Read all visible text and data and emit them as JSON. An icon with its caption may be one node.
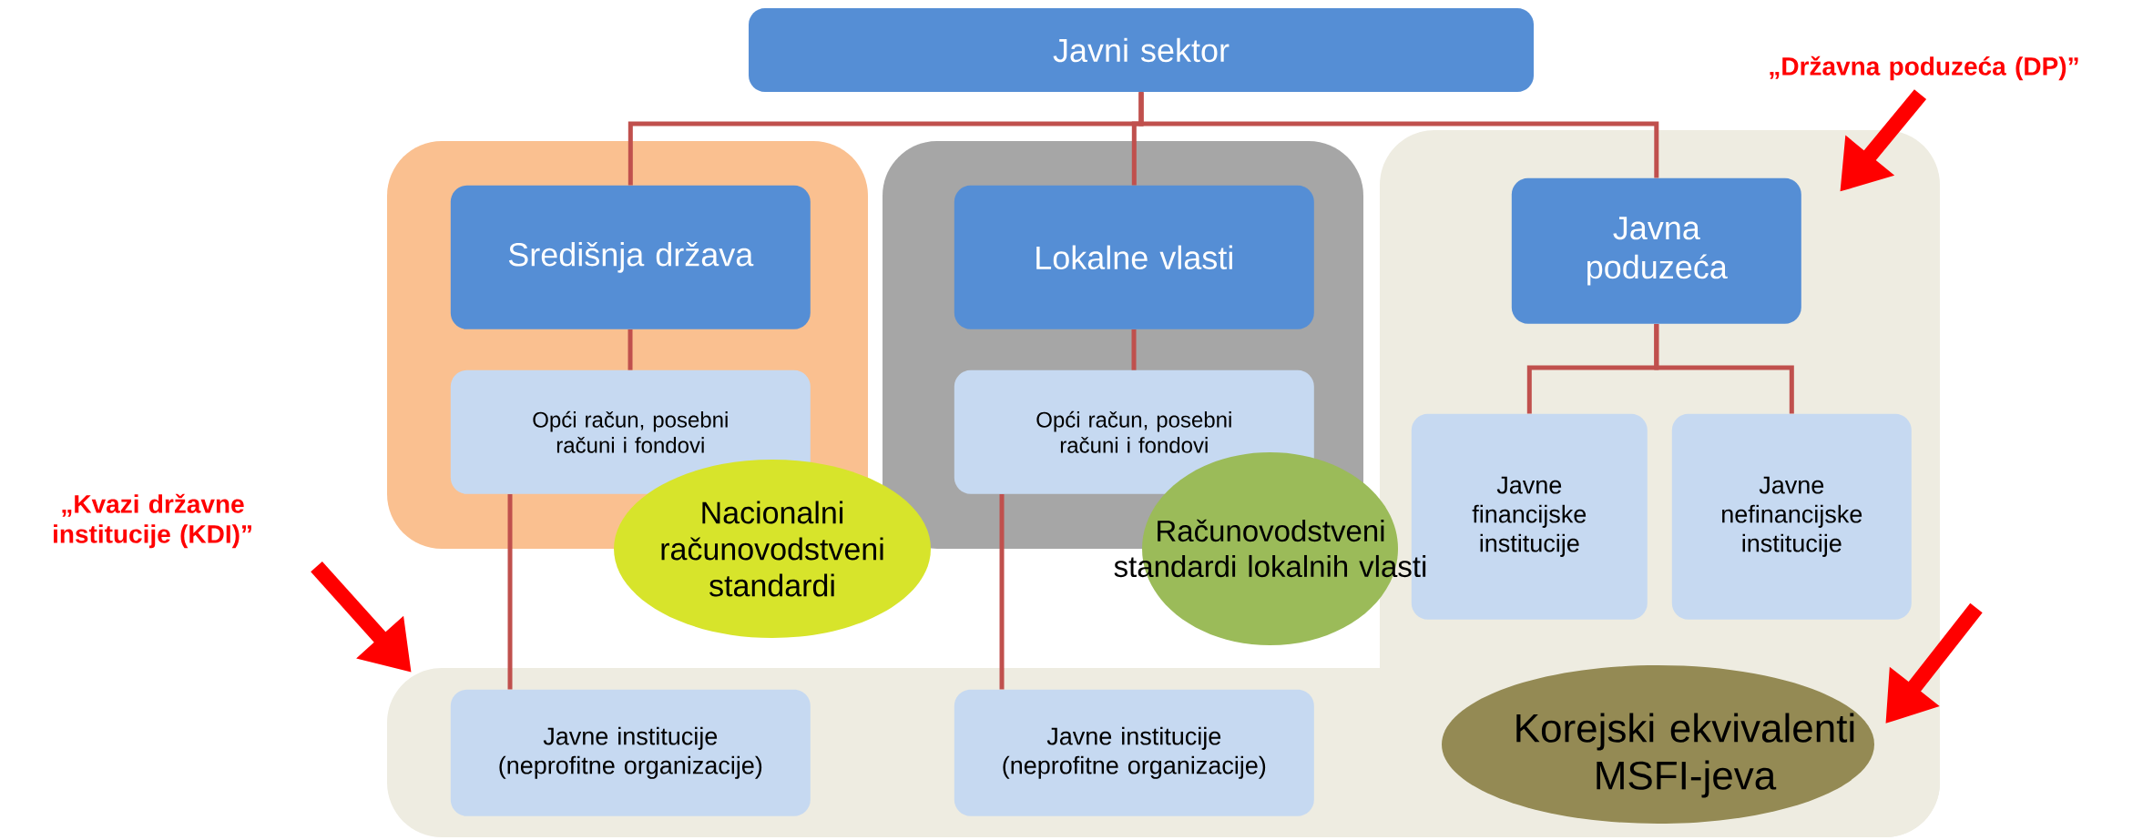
{
  "diagram": {
    "nodes": [
      {
        "text": [
          "Javni sektor"
        ]
      },
      {
        "text": [],
        "shape": "box"
      },
      {
        "text": [
          "Središnja država"
        ],
        "in": 1
      },
      {
        "text": [
          "Opći račun, posebni računi i fondovi"
        ],
        "in": 1
      },
      {
        "text": [],
        "shape": "box"
      },
      {
        "text": [
          "Lokalne vlasti"
        ],
        "in": 4
      },
      {
        "text": [
          "Opći račun, posebni računi i fondovi"
        ],
        "in": 4
      },
      {
        "text": [],
        "shape": "box"
      },
      {
        "text": [
          "Javna poduzeća"
        ],
        "in": 7
      },
      {
        "text": [
          "Javne financijske institucije"
        ],
        "in": 7
      },
      {
        "text": [
          "Javne nefinancijske institucije"
        ],
        "in": 7
      },
      {
        "text": [],
        "shape": "box"
      },
      {
        "text": [
          "Javne institucije (neprofitne organizacije)"
        ],
        "in": 11
      },
      {
        "text": [
          "Javne institucije (neprofitne organizacije)"
        ],
        "in": 11
      },
      {
        "text": [
          "Nacionalni računovodstveni standardi"
        ]
      },
      {
        "text": [
          "Računovodstveni standardi lokalnih vlasti"
        ]
      },
      {
        "text": [
          "Korejski ekvivalenti MSFI-jeva"
        ]
      },
      {
        "text": [
          "„Kvazi državne institucije (KDI)”"
        ]
      },
      {
        "text": [
          "„Državna poduzeća (DP)”"
        ]
      }
    ],
    "edges": [
      {
        "from": 0,
        "to": 2,
        "arrow": "none"
      },
      {
        "from": 0,
        "to": 5,
        "arrow": "none"
      },
      {
        "from": 0,
        "to": 8,
        "arrow": "none"
      },
      {
        "from": 2,
        "to": 3,
        "arrow": "none"
      },
      {
        "from": 3,
        "to": 12,
        "arrow": "none"
      },
      {
        "from": 5,
        "to": 6,
        "arrow": "none"
      },
      {
        "from": 6,
        "to": 13,
        "arrow": "none"
      },
      {
        "from": 8,
        "to": 9,
        "arrow": "none"
      },
      {
        "from": 8,
        "to": 10,
        "arrow": "none"
      },
      {
        "from": 17,
        "to": 11,
        "arrow": "to",
        "style": "thick",
        "color": "#ff0000"
      },
      {
        "from": 18,
        "to": 7,
        "arrow": "to",
        "style": "thick",
        "color": "#ff0000"
      },
      {
        "from": null,
        "to": 16,
        "arrow": "to",
        "style": "thick",
        "color": "#ff0000"
      }
    ]
  }
}
